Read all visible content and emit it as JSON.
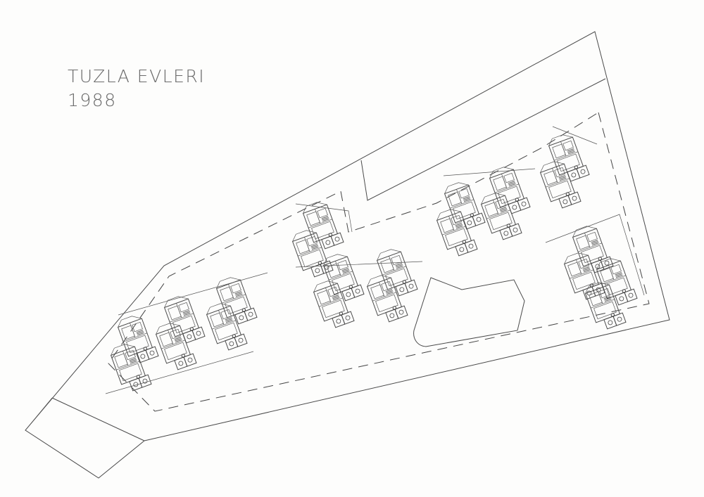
{
  "title": {
    "line1": "TUZLA EVLERI",
    "line2": "1988"
  },
  "colors": {
    "paper": "#fdfdfc",
    "ink": "#4a4a4a",
    "title_text": "#6a6a6a"
  },
  "drawing": {
    "type": "site-plan",
    "house_clusters": 6
  }
}
